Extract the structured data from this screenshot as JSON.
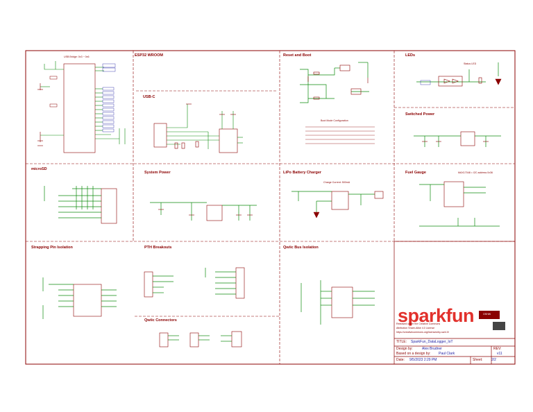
{
  "sections": {
    "esp32": "ESP32 WROOM",
    "usbc": "USB-C",
    "reset": "Reset and Boot",
    "leds": "LEDs",
    "switched": "Switched Power",
    "microsd": "microSD",
    "syspower": "System Power",
    "charger": "LiPo Battery Charger",
    "fuel": "Fuel Gauge",
    "strapping": "Strapping Pin Isolation",
    "pth": "PTH Breakouts",
    "qwiic_conn": "Qwiic Connectors",
    "qwiic_iso": "Qwiic Bus Isolation"
  },
  "notes": {
    "esp_module": "USB Bridge: 0x3 ~ 0x6",
    "charge_current": "Charge Current: 500mA",
    "fuel_addr": "MAX17048 = I2C address 0x36",
    "boot_table_title": "Boot Mode Configuration",
    "led_label": "Status LED"
  },
  "title_block": {
    "license_lines": [
      "Released under the Creative Commons",
      "Attribution Share-Alike 4.0 License",
      "https://creativecommons.org/licenses/by-sa/4.0/"
    ],
    "title_label": "TITLE:",
    "title_value": "SparkFun_DataLogger_IoT",
    "design_label": "Design by:",
    "design_value": "Alex Brudner",
    "based_label": "Based on a design by:",
    "based_value": "Paul Clark",
    "date_label": "Date:",
    "date_value": "9/5/2023 2:29 PM",
    "sheet_label": "Sheet:",
    "sheet_value": "2/2",
    "rev_label": "REV:",
    "rev_value": "v11",
    "logo": "sparkfun",
    "badge": "OSHW"
  },
  "colors": {
    "frame": "#8b0000",
    "wire": "#0b8a0b",
    "component": "#8b0000",
    "text_value": "#1a1aa0",
    "logo": "#e2312c"
  }
}
